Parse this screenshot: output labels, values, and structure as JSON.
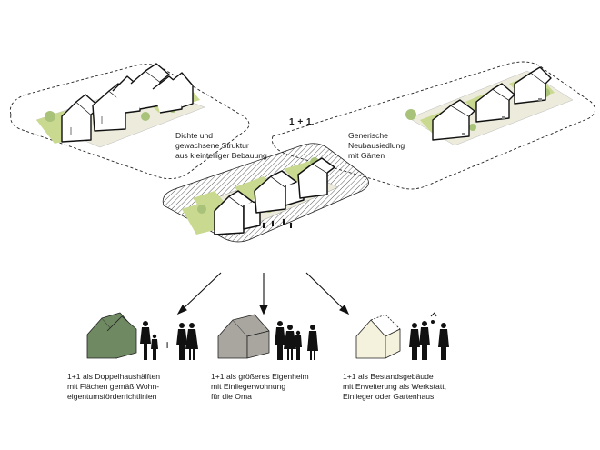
{
  "center_label": "1 + 1",
  "left_caption": [
    "Dichte und",
    "gewachsene Struktur",
    "aus kleinteiliger Bebauung"
  ],
  "right_caption": [
    "Generische",
    "Neubausiedlung",
    "mit Gärten"
  ],
  "options": [
    {
      "lines": [
        "1+1 als Doppelhaushälften",
        "mit Flächen gemäß Wohn-",
        "eigentumsförderrichtlinien"
      ],
      "house_color": "#6f8a62",
      "joiner": "+"
    },
    {
      "lines": [
        "1+1 als größeres Eigenheim",
        "mit Einliegerwohnung",
        "für die Oma"
      ],
      "house_color": "#a9a6a0"
    },
    {
      "lines": [
        "1+1  als Bestandsgebäude",
        "mit Erweiterung als Werkstatt,",
        "Einlieger oder Gartenhaus"
      ],
      "house_color": "#f4f1dc"
    }
  ],
  "colors": {
    "lawn": "#c9d98f",
    "ground": "#ecebdc",
    "tree": "#a8c27a",
    "figure": "#111111",
    "line": "#222222"
  }
}
